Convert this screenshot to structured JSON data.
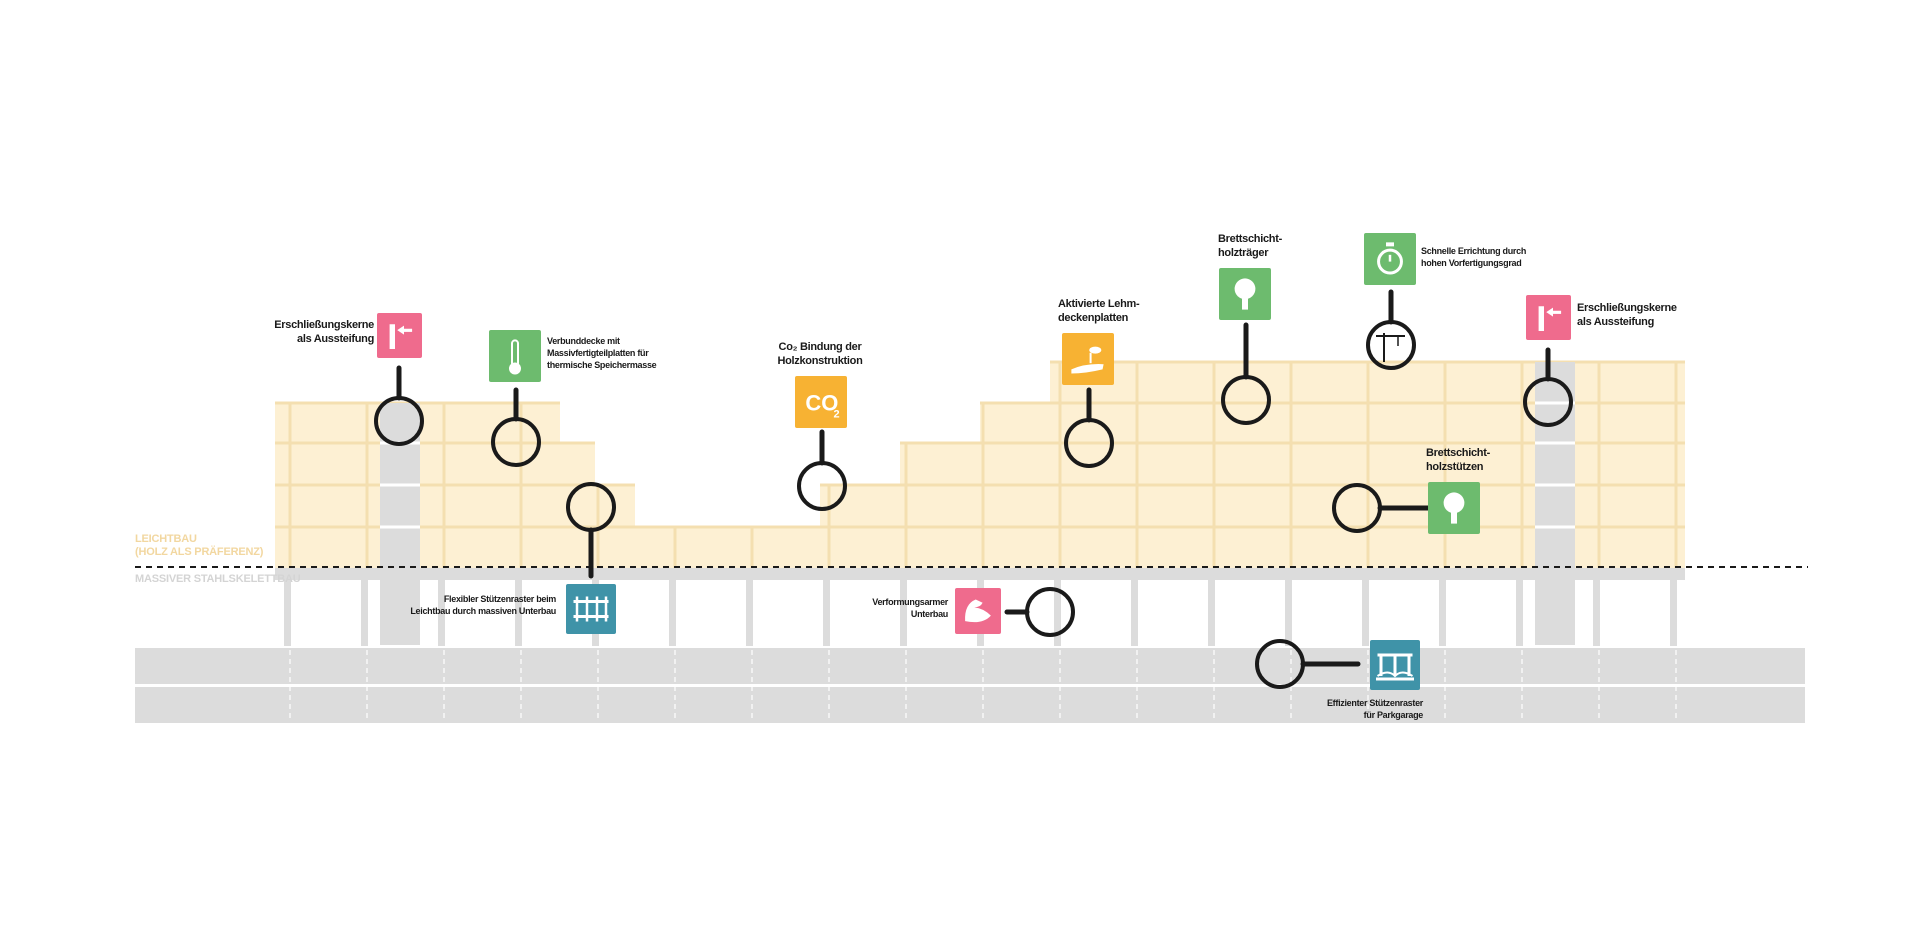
{
  "colors": {
    "timber_fill": "#fdf0d3",
    "timber_line": "#f4dfb0",
    "steel_grey": "#dcdcdc",
    "pink": "#ef6b8d",
    "green": "#6dbb6e",
    "orange": "#f7b233",
    "teal": "#3f93a8",
    "connector": "#1a1a1a"
  },
  "layers": {
    "light_line1": "LEICHTBAU",
    "light_line2": "(HOLZ ALS PRÄFERENZ)",
    "heavy": "MASSIVER STAHLSKELETTBAU"
  },
  "annotations": [
    {
      "id": "core-left",
      "icon": "stair-core-icon",
      "color": "pink",
      "lines": [
        "Erschließungskerne",
        "als Aussteifung"
      ]
    },
    {
      "id": "composite-slab",
      "icon": "thermometer-icon",
      "color": "green",
      "lines": [
        "Verbunddecke mit",
        "Massivfertigteilplatten für",
        "thermische Speichermasse"
      ]
    },
    {
      "id": "column-grid-upper",
      "icon": "column-grid-icon",
      "color": "teal",
      "lines": [
        "Flexibler Stützenraster beim",
        "Leichtbau durch massiven Unterbau"
      ]
    },
    {
      "id": "co2",
      "icon": "co2-icon",
      "icon_text": "CO",
      "icon_sub": "2",
      "color": "orange",
      "lines": [
        "Co₂ Bindung der",
        "Holzkonstruktion"
      ]
    },
    {
      "id": "clay-slabs",
      "icon": "hand-sprout-icon",
      "color": "orange",
      "lines": [
        "Aktivierte Lehm-",
        "deckenplatten"
      ]
    },
    {
      "id": "glulam-beams",
      "icon": "tree-icon",
      "color": "green",
      "lines": [
        "Brettschicht-",
        "holzträger"
      ]
    },
    {
      "id": "fast-erection",
      "icon": "stopwatch-icon",
      "color": "green",
      "lines": [
        "Schnelle Errichtung durch",
        "hohen Vorfertigungsgrad"
      ]
    },
    {
      "id": "core-right",
      "icon": "stair-core-icon",
      "color": "pink",
      "lines": [
        "Erschließungskerne",
        "als Aussteifung"
      ]
    },
    {
      "id": "glulam-columns",
      "icon": "tree-icon",
      "color": "green",
      "lines": [
        "Brettschicht-",
        "holzstützen"
      ]
    },
    {
      "id": "low-deformation",
      "icon": "strong-arm-icon",
      "color": "pink",
      "lines": [
        "Verformungsarmer",
        "Unterbau"
      ]
    },
    {
      "id": "parking-grid",
      "icon": "parking-grid-icon",
      "color": "teal",
      "lines": [
        "Effizienter Stützenraster",
        "für Parkgarage"
      ]
    }
  ]
}
